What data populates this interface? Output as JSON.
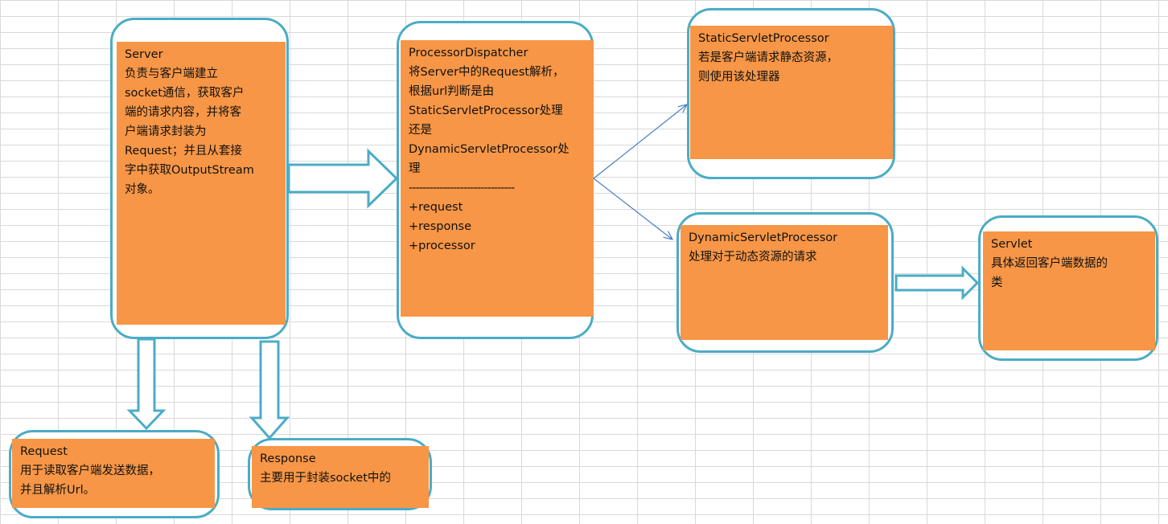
{
  "nodes": {
    "server": {
      "title": "Server",
      "body": "负责与客户端建立\nsocket通信，获取客户\n端的请求内容，并将客\n户端请求封装为\nRequest；并且从套接\n字中获取OutputStream\n对象。"
    },
    "dispatcher": {
      "title": "ProcessorDispatcher",
      "body": "将Server中的Request解析，\n根据url判断是由\nStaticServletProcessor处理\n还是\nDynamicServletProcessor处\n理",
      "separator": "-------------------------------",
      "attributes": [
        "+request",
        "+response",
        "+processor"
      ]
    },
    "static_processor": {
      "title": "StaticServletProcessor",
      "body": "若是客户端请求静态资源，\n则使用该处理器"
    },
    "dynamic_processor": {
      "title": "DynamicServletProcessor",
      "body": "处理对于动态资源的请求"
    },
    "servlet": {
      "title": "Servlet",
      "body": "具体返回客户端数据的\n类"
    },
    "request": {
      "title": "Request",
      "body": "用于读取客户端发送数据，\n并且解析Url。"
    },
    "response": {
      "title": "Response",
      "body": "主要用于封装socket中的"
    }
  },
  "colors": {
    "frame_border": "#4bacc6",
    "card_fill": "#f79646",
    "connector_line": "#4a7fc1",
    "grid": "#d9d9d9"
  }
}
